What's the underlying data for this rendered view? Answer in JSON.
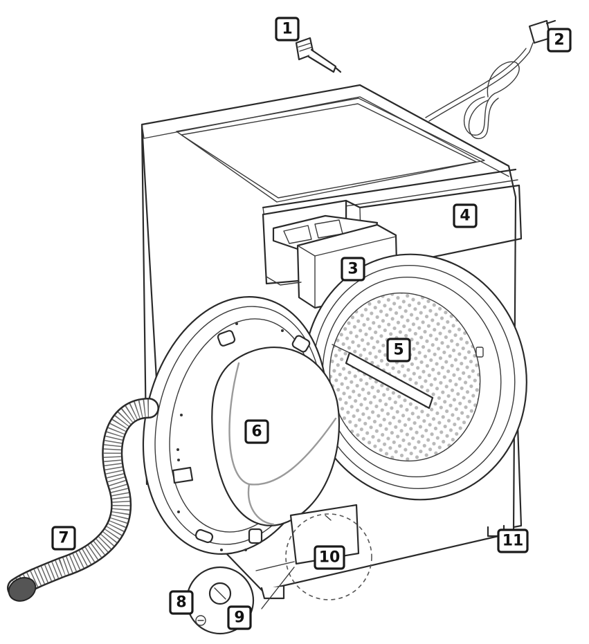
{
  "figure": {
    "callouts": [
      {
        "id": "1",
        "label": "1",
        "target": "hose-connector"
      },
      {
        "id": "2",
        "label": "2",
        "target": "power-cord"
      },
      {
        "id": "3",
        "label": "3",
        "target": "detergent-drawer"
      },
      {
        "id": "4",
        "label": "4",
        "target": "control-panel"
      },
      {
        "id": "5",
        "label": "5",
        "target": "drum"
      },
      {
        "id": "6",
        "label": "6",
        "target": "door"
      },
      {
        "id": "7",
        "label": "7",
        "target": "drain-hose"
      },
      {
        "id": "8",
        "label": "8",
        "target": "drain-cap"
      },
      {
        "id": "9",
        "label": "9",
        "target": "pump-filter"
      },
      {
        "id": "10",
        "label": "10",
        "target": "filter-cover"
      },
      {
        "id": "11",
        "label": "11",
        "target": "leveling-feet"
      }
    ],
    "colors": {
      "stroke": "#2a2a2a",
      "door_glass": "#9a9a9a",
      "drum_dots": "#b5b5b5",
      "callout_border": "#1a1a1a"
    }
  }
}
